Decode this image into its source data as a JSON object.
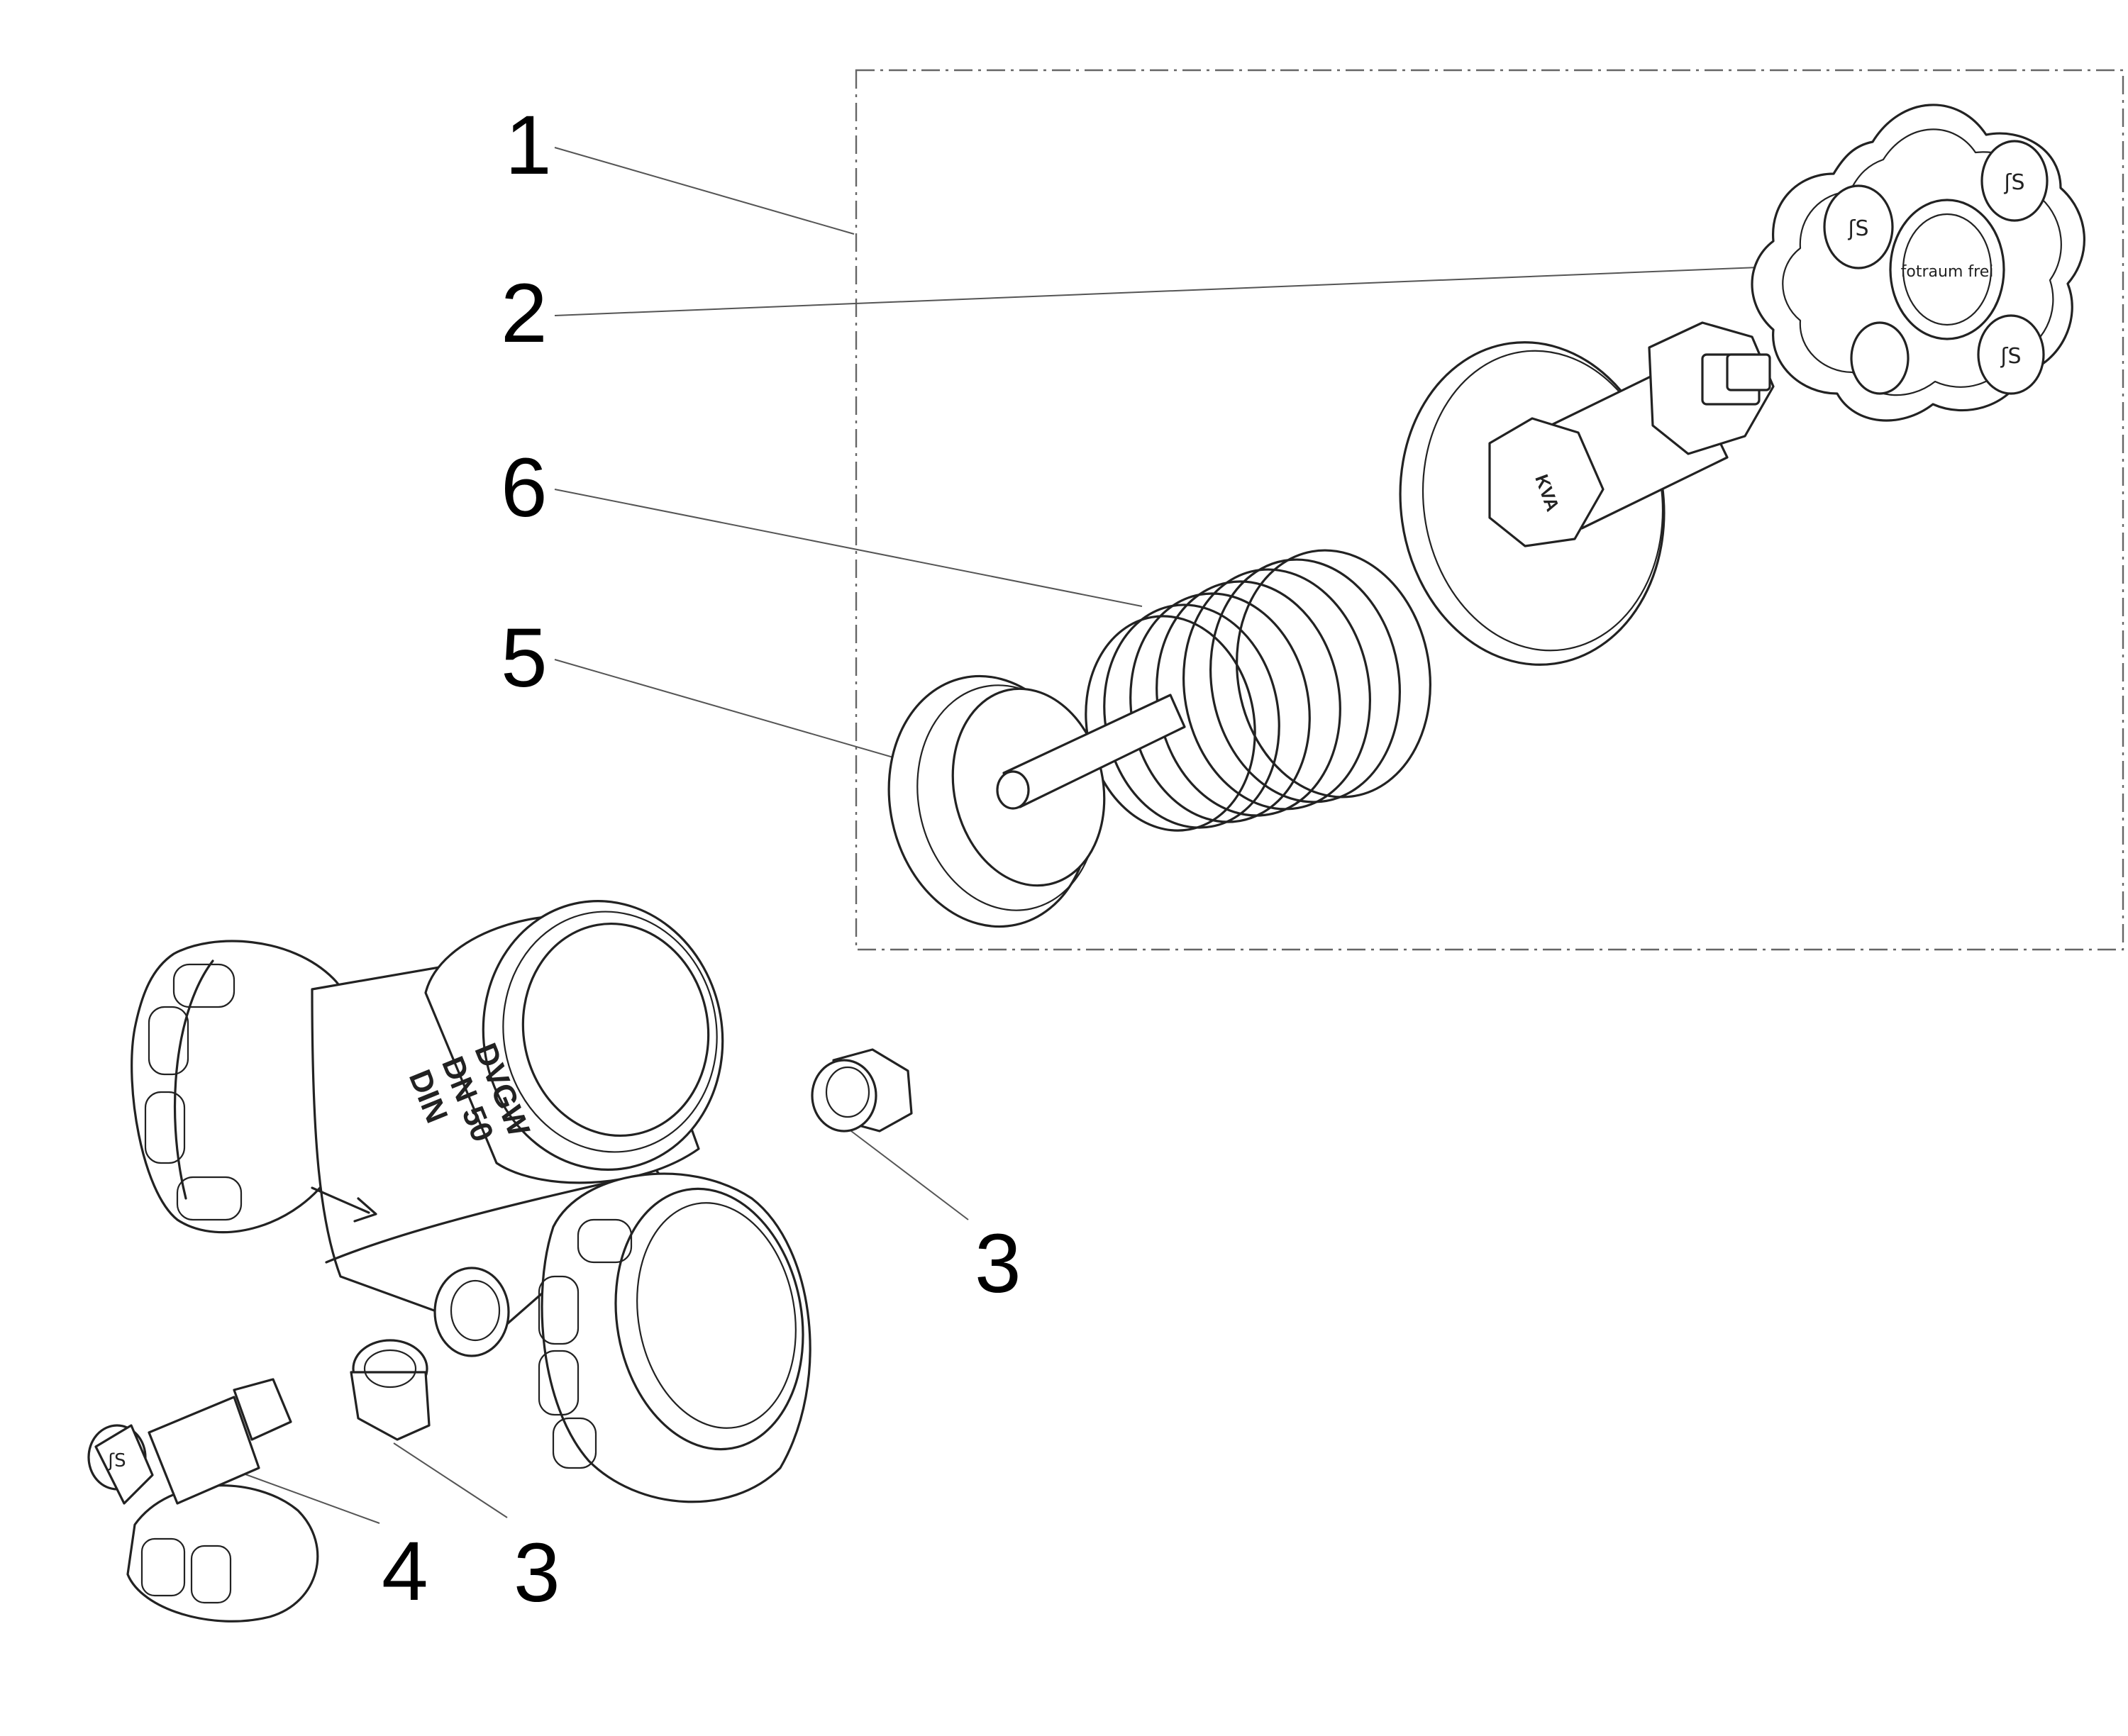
{
  "callouts": {
    "c1": "1",
    "c2": "2",
    "c6": "6",
    "c5": "5",
    "c3a": "3",
    "c3b": "3",
    "c4": "4"
  },
  "body_marking": {
    "line1": "DVGW",
    "line2": "DN 50",
    "line3": "DIN"
  },
  "handwheel_ring_text": "fotraum frei",
  "bonnet_marking": "KVA"
}
